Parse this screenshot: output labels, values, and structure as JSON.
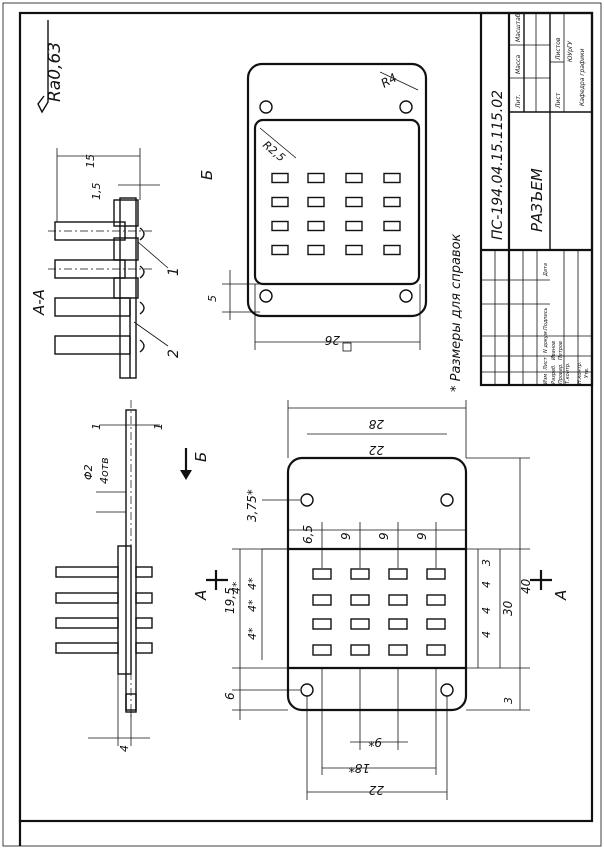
{
  "title_block": {
    "designation": "ПС-194.04.15.115.02",
    "name": "РАЗЪЕМ",
    "col_lit": "Лит.",
    "col_mass": "Масса",
    "col_scale": "Масштаб",
    "sheet": "Лист",
    "sheets": "Листов",
    "org1": "ЮУрГУ",
    "org2": "Кафедра графики",
    "hdr_izm": "Изм",
    "hdr_list": "Лист",
    "hdr_doc": "N докум.",
    "hdr_sign": "Подпись",
    "hdr_date": "Дата",
    "role1": "Разраб.",
    "person1": "Иванов",
    "role2": "Провер.",
    "person2": "Петров",
    "role3": "Т.контр.",
    "role4": "Н.контр.",
    "role5": "Утв."
  },
  "roughness": "Ra0,63",
  "note": "* Размеры для справок",
  "section": {
    "label": "А-А",
    "dim_15": "15",
    "dim_1_5": "1,5",
    "leader_1": "1",
    "leader_2": "2"
  },
  "view_b": {
    "label": "Б",
    "r4": "R4",
    "r2_5": "R2,5",
    "dim_5": "5",
    "dim_26": "26"
  },
  "front": {
    "cut_a": "А",
    "dim_28": "28",
    "dim_22_top": "22",
    "dim_3_75": "3,75*",
    "dim_6_5": "6,5",
    "dim_9a": "9",
    "dim_9b": "9",
    "dim_9c": "9",
    "dim_19_5": "19,5",
    "dim_4s_a": "4*",
    "dim_4s_b": "4*",
    "dim_4s_c": "4*",
    "dim_4s_d": "4*",
    "dim_6": "6",
    "dim_3_top": "3",
    "dim_4a": "4",
    "dim_4b": "4",
    "dim_4c": "4",
    "dim_30": "30",
    "dim_40": "40",
    "dim_3_bot": "3",
    "dim_9_star": "9*",
    "dim_18_star": "18*",
    "dim_22_bot": "22"
  },
  "side": {
    "view_b_arrow": "Б",
    "phi2": "Φ2",
    "holes": "4отв",
    "dim_1a": "1",
    "dim_1b": "1",
    "dim_4": "4"
  }
}
